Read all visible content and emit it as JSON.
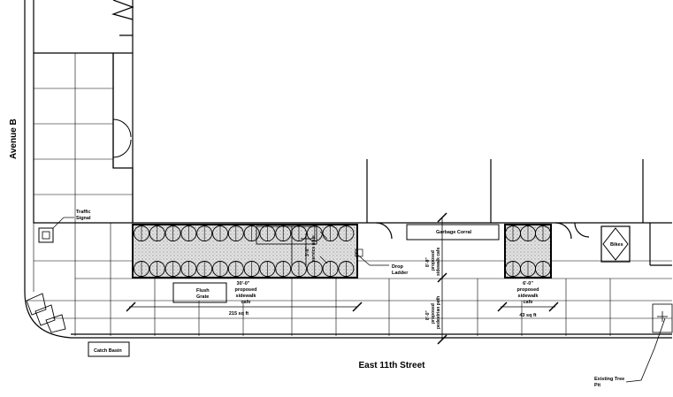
{
  "labels": {
    "avenue": "Avenue B",
    "street": "East 11th Street",
    "traffic_signal": [
      "Traffic",
      "Signal"
    ],
    "garbage_corral": "Garbage Corral",
    "drop_ladder": [
      "Drop",
      "Ladder"
    ],
    "flush_grate": [
      "Flush",
      "Grate"
    ],
    "catch_basin": "Catch Basin",
    "existing_tree_pit": [
      "Existing Tree",
      "Pit"
    ],
    "citibike": "Bikes"
  },
  "cafe_large": {
    "dimension": "30'-0\"",
    "lines": [
      "proposed",
      "sidewalk",
      "cafe"
    ],
    "area": "215 sq ft"
  },
  "cafe_small": {
    "dimension": "6'-0\"",
    "lines": [
      "proposed",
      "sidewalk",
      "cafe"
    ],
    "area": "43 sq ft"
  },
  "path_upper": {
    "dimension": "8'-0\"",
    "lines": [
      "proposed",
      "sidewalk cafe"
    ]
  },
  "path_lower": {
    "dimension": "8'-0\"",
    "lines": [
      "proposed",
      "pedestrian path"
    ]
  },
  "annot_small": {
    "lines": [
      "3'-0\"",
      "service aisle"
    ]
  },
  "colors": {
    "line": "#000000",
    "cafe_fill": "#d9d9d9",
    "background": "#ffffff"
  }
}
